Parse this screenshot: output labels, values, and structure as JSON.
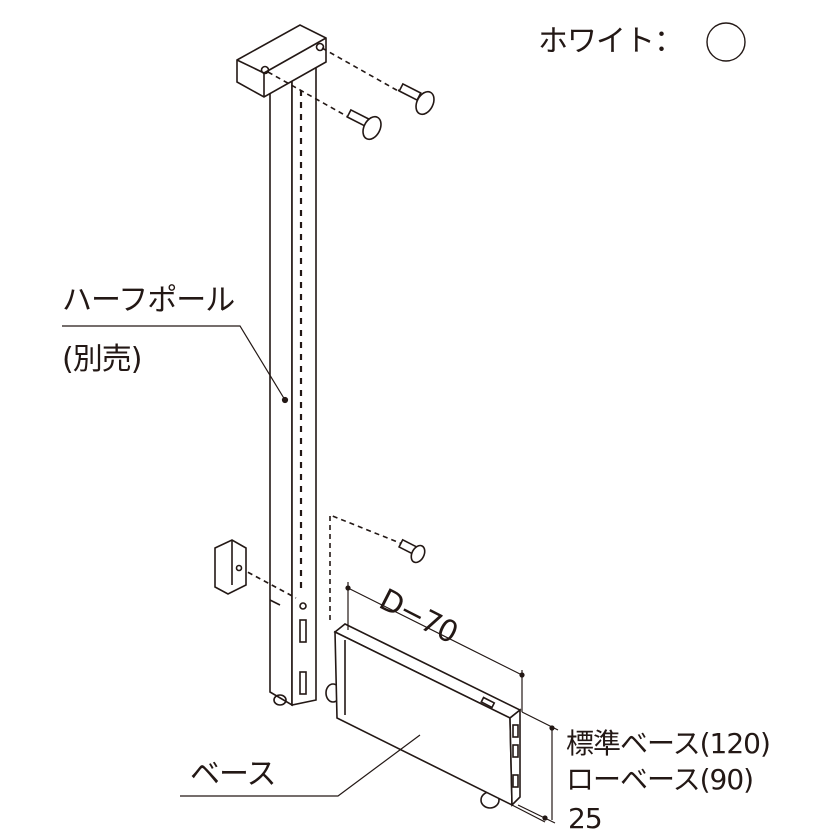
{
  "color_label": "ホワイト：",
  "color_swatch": "#ffffff",
  "pole_label": "ハーフポール",
  "pole_note": "(別売)",
  "depth_dim": "D−70",
  "base_standard": "標準ベース(120)",
  "base_low": "ローベース(90)",
  "thickness_dim": "25",
  "base_label": "ベース"
}
